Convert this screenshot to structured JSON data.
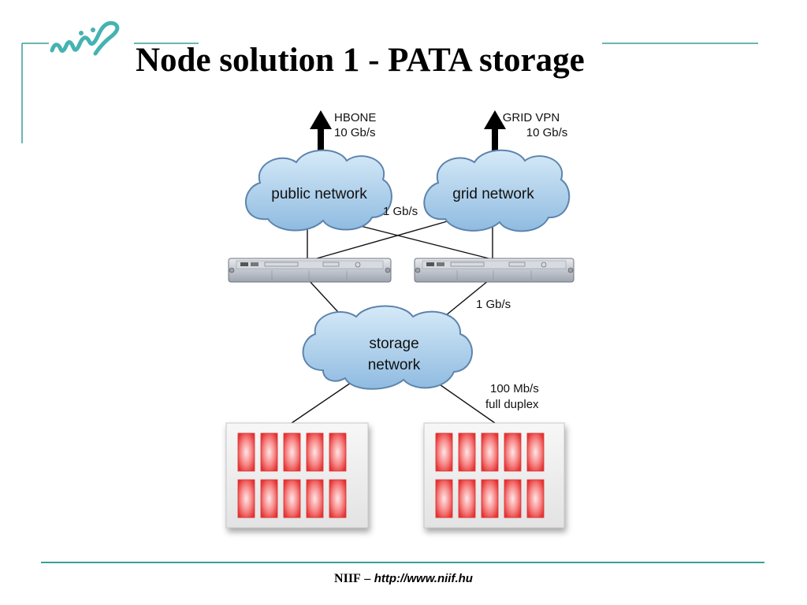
{
  "slide": {
    "title": "Node solution 1 - PATA storage",
    "logo_text": "niif",
    "accent_color": "#3a9e9a"
  },
  "diagram": {
    "uplinks": [
      {
        "name": "HBONE",
        "speed": "10 Gb/s"
      },
      {
        "name": "GRID VPN",
        "speed": "10 Gb/s"
      }
    ],
    "clouds": {
      "public": "public network",
      "grid": "grid network",
      "storage_line1": "storage",
      "storage_line2": "network"
    },
    "link_labels": {
      "cross": "1 Gb/s",
      "server_storage": "1 Gb/s",
      "storage_arrays_line1": "100 Mb/s",
      "storage_arrays_line2": "full duplex"
    },
    "cloud_color": "#a9cde9",
    "disk_color": "#f04a4a"
  },
  "footer": {
    "org": "NIIF",
    "dash": "–",
    "url": "http://www.niif.hu"
  }
}
